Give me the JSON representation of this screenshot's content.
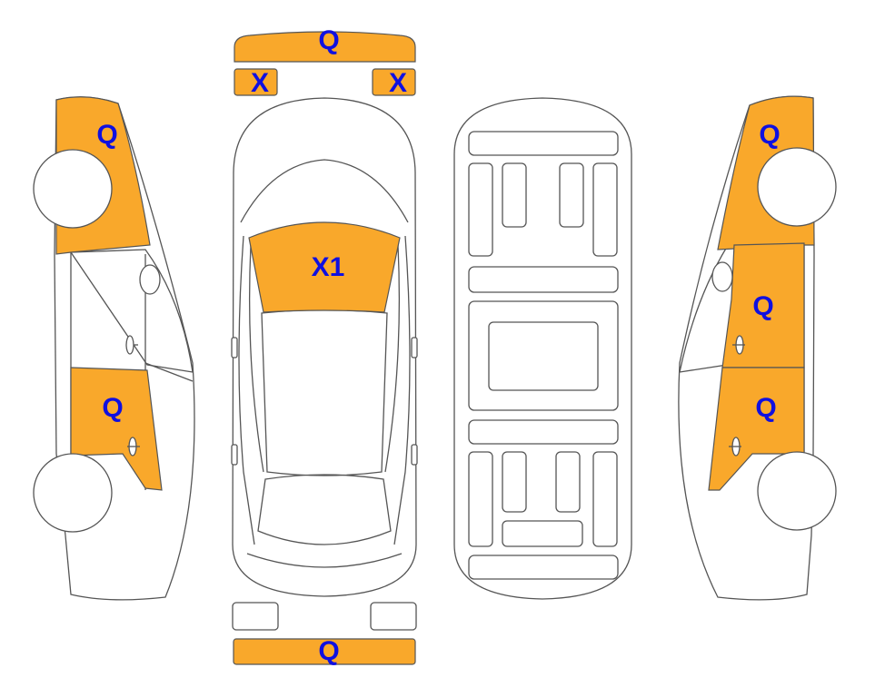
{
  "colors": {
    "damaged": "#f9a82b",
    "label": "#1010e0",
    "outline": "#555555"
  },
  "labels": {
    "front_bumper": "Q",
    "left_mirror": "X",
    "right_mirror": "X",
    "windshield": "X1",
    "left_front_fender": "Q",
    "left_rear_door": "Q",
    "right_front_fender": "Q",
    "right_front_door": "Q",
    "right_rear_door": "Q",
    "rear_bumper": "Q"
  }
}
